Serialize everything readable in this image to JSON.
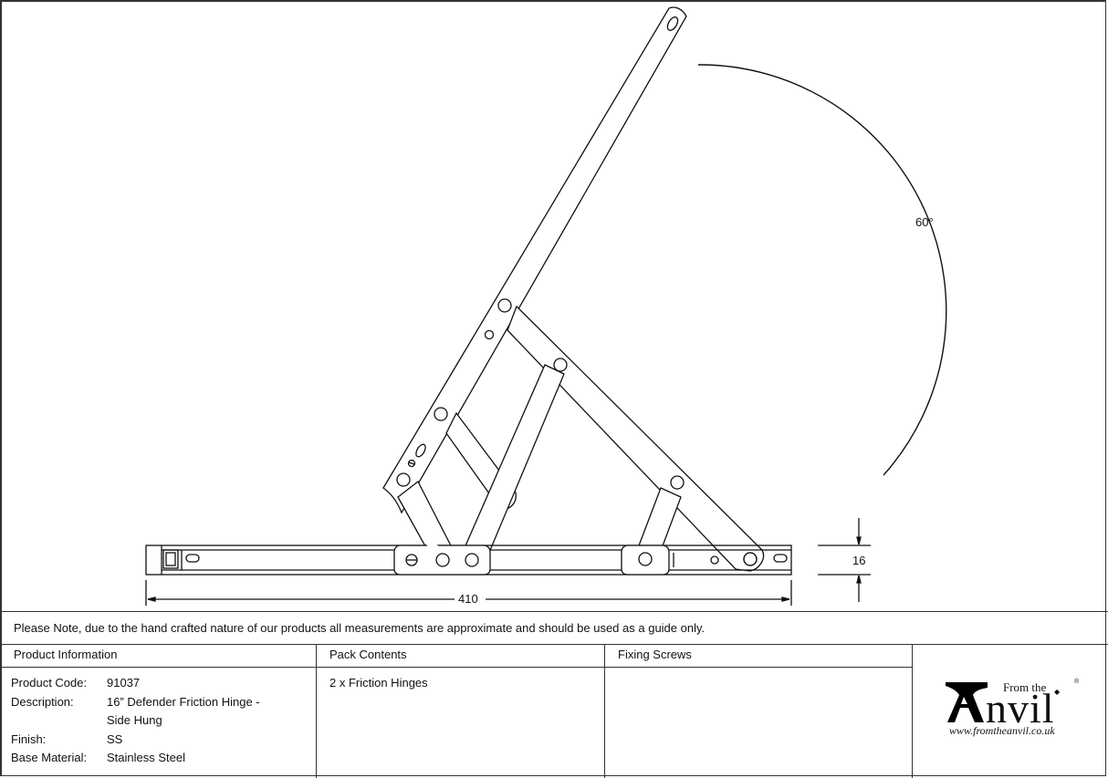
{
  "drawing": {
    "angle_label": "60°",
    "length_dimension": "410",
    "height_dimension": "16"
  },
  "note": "Please Note, due to the hand crafted nature of our products all measurements are approximate and should be used as a guide only.",
  "table": {
    "headers": {
      "product_information": "Product Information",
      "pack_contents": "Pack Contents",
      "fixing_screws": "Fixing Screws"
    },
    "product_info": [
      {
        "label": "Product Code:",
        "value": "91037"
      },
      {
        "label": "Description:",
        "value": "16” Defender Friction Hinge -"
      },
      {
        "label": "",
        "value": "Side Hung"
      },
      {
        "label": "Finish:",
        "value": "SS"
      },
      {
        "label": "Base Material:",
        "value": "Stainless Steel"
      }
    ],
    "pack_contents": [
      "2 x Friction Hinges"
    ],
    "fixing_screws": []
  },
  "logo": {
    "from_the": "From the",
    "anvil": "nvil",
    "registered": "®",
    "url": "www.fromtheanvil.co.uk"
  },
  "colors": {
    "line": "#111111",
    "border": "#333333",
    "background": "#ffffff"
  }
}
